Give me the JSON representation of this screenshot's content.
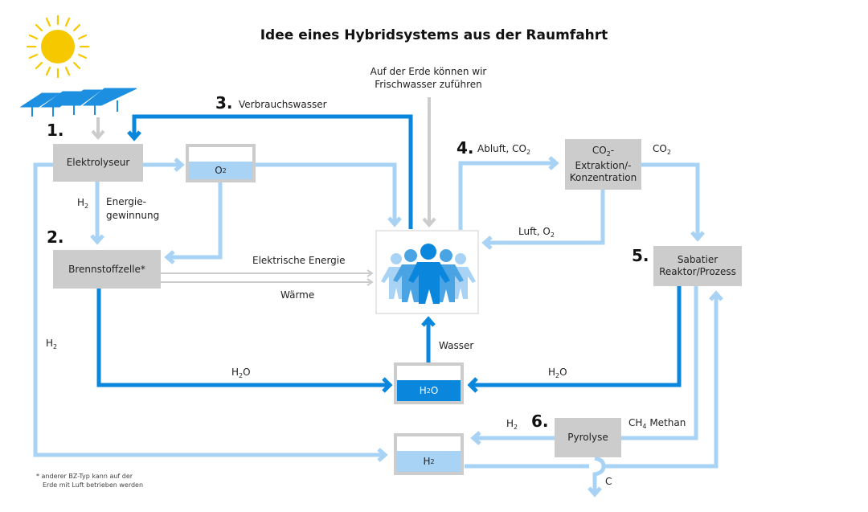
{
  "title": "Idee eines Hybridsystems aus der Raumfahrt",
  "colors": {
    "dark_blue": "#0a87dd",
    "light_blue": "#a9d3f5",
    "grey": "#cccccc",
    "sun": "#f5c800",
    "panel": "#1d8fe0"
  },
  "steps": {
    "s1": "1.",
    "s2": "2.",
    "s3": "3.",
    "s4": "4.",
    "s5": "5.",
    "s6": "6."
  },
  "boxes": {
    "elektrolyseur": "Elektrolyseur",
    "brennstoffzelle": "Brennstoffzelle*",
    "co2_line1_base": "CO",
    "co2_line1_sub": "2",
    "co2_line1_tail": "-",
    "co2_line2": "Extraktion/-",
    "co2_line3": "Konzentration",
    "sabatier_line1": "Sabatier",
    "sabatier_line2": "Reaktor/Prozess",
    "pyrolyse": "Pyrolyse"
  },
  "tanks": {
    "o2": {
      "base": "O",
      "sub": "2"
    },
    "h2o": {
      "base": "H",
      "sub": "2",
      "tail": "O"
    },
    "h2": {
      "base": "H",
      "sub": "2"
    }
  },
  "labels": {
    "verbrauchswasser": "Verbrauchswasser",
    "frischwasser_line1": "Auf der Erde können wir",
    "frischwasser_line2": "Frischwasser zuführen",
    "abluft": "Abluft, CO",
    "abluft_sub": "2",
    "co2_out": "CO",
    "co2_out_sub": "2",
    "luft": "Luft, O",
    "luft_sub": "2",
    "h2_left": "H",
    "h2_left_sub": "2",
    "energie_line1": "Energie-",
    "energie_line2": "gewinnung",
    "elektrische_energie": "Elektrische Energie",
    "waerme": "Wärme",
    "h2_outer": "H",
    "h2_outer_sub": "2",
    "h2o_left": "H",
    "h2o_left_sub": "2",
    "h2o_left_tail": "O",
    "h2o_right": "H",
    "h2o_right_sub": "2",
    "h2o_right_tail": "O",
    "wasser": "Wasser",
    "h2_pyro": "H",
    "h2_pyro_sub": "2",
    "ch4": "CH",
    "ch4_sub": "4",
    "methan": " Methan",
    "c": "C"
  },
  "footnote": {
    "line1": "* anderer BZ-Typ kann auf der",
    "line2": "Erde mit Luft betrieben werden"
  }
}
